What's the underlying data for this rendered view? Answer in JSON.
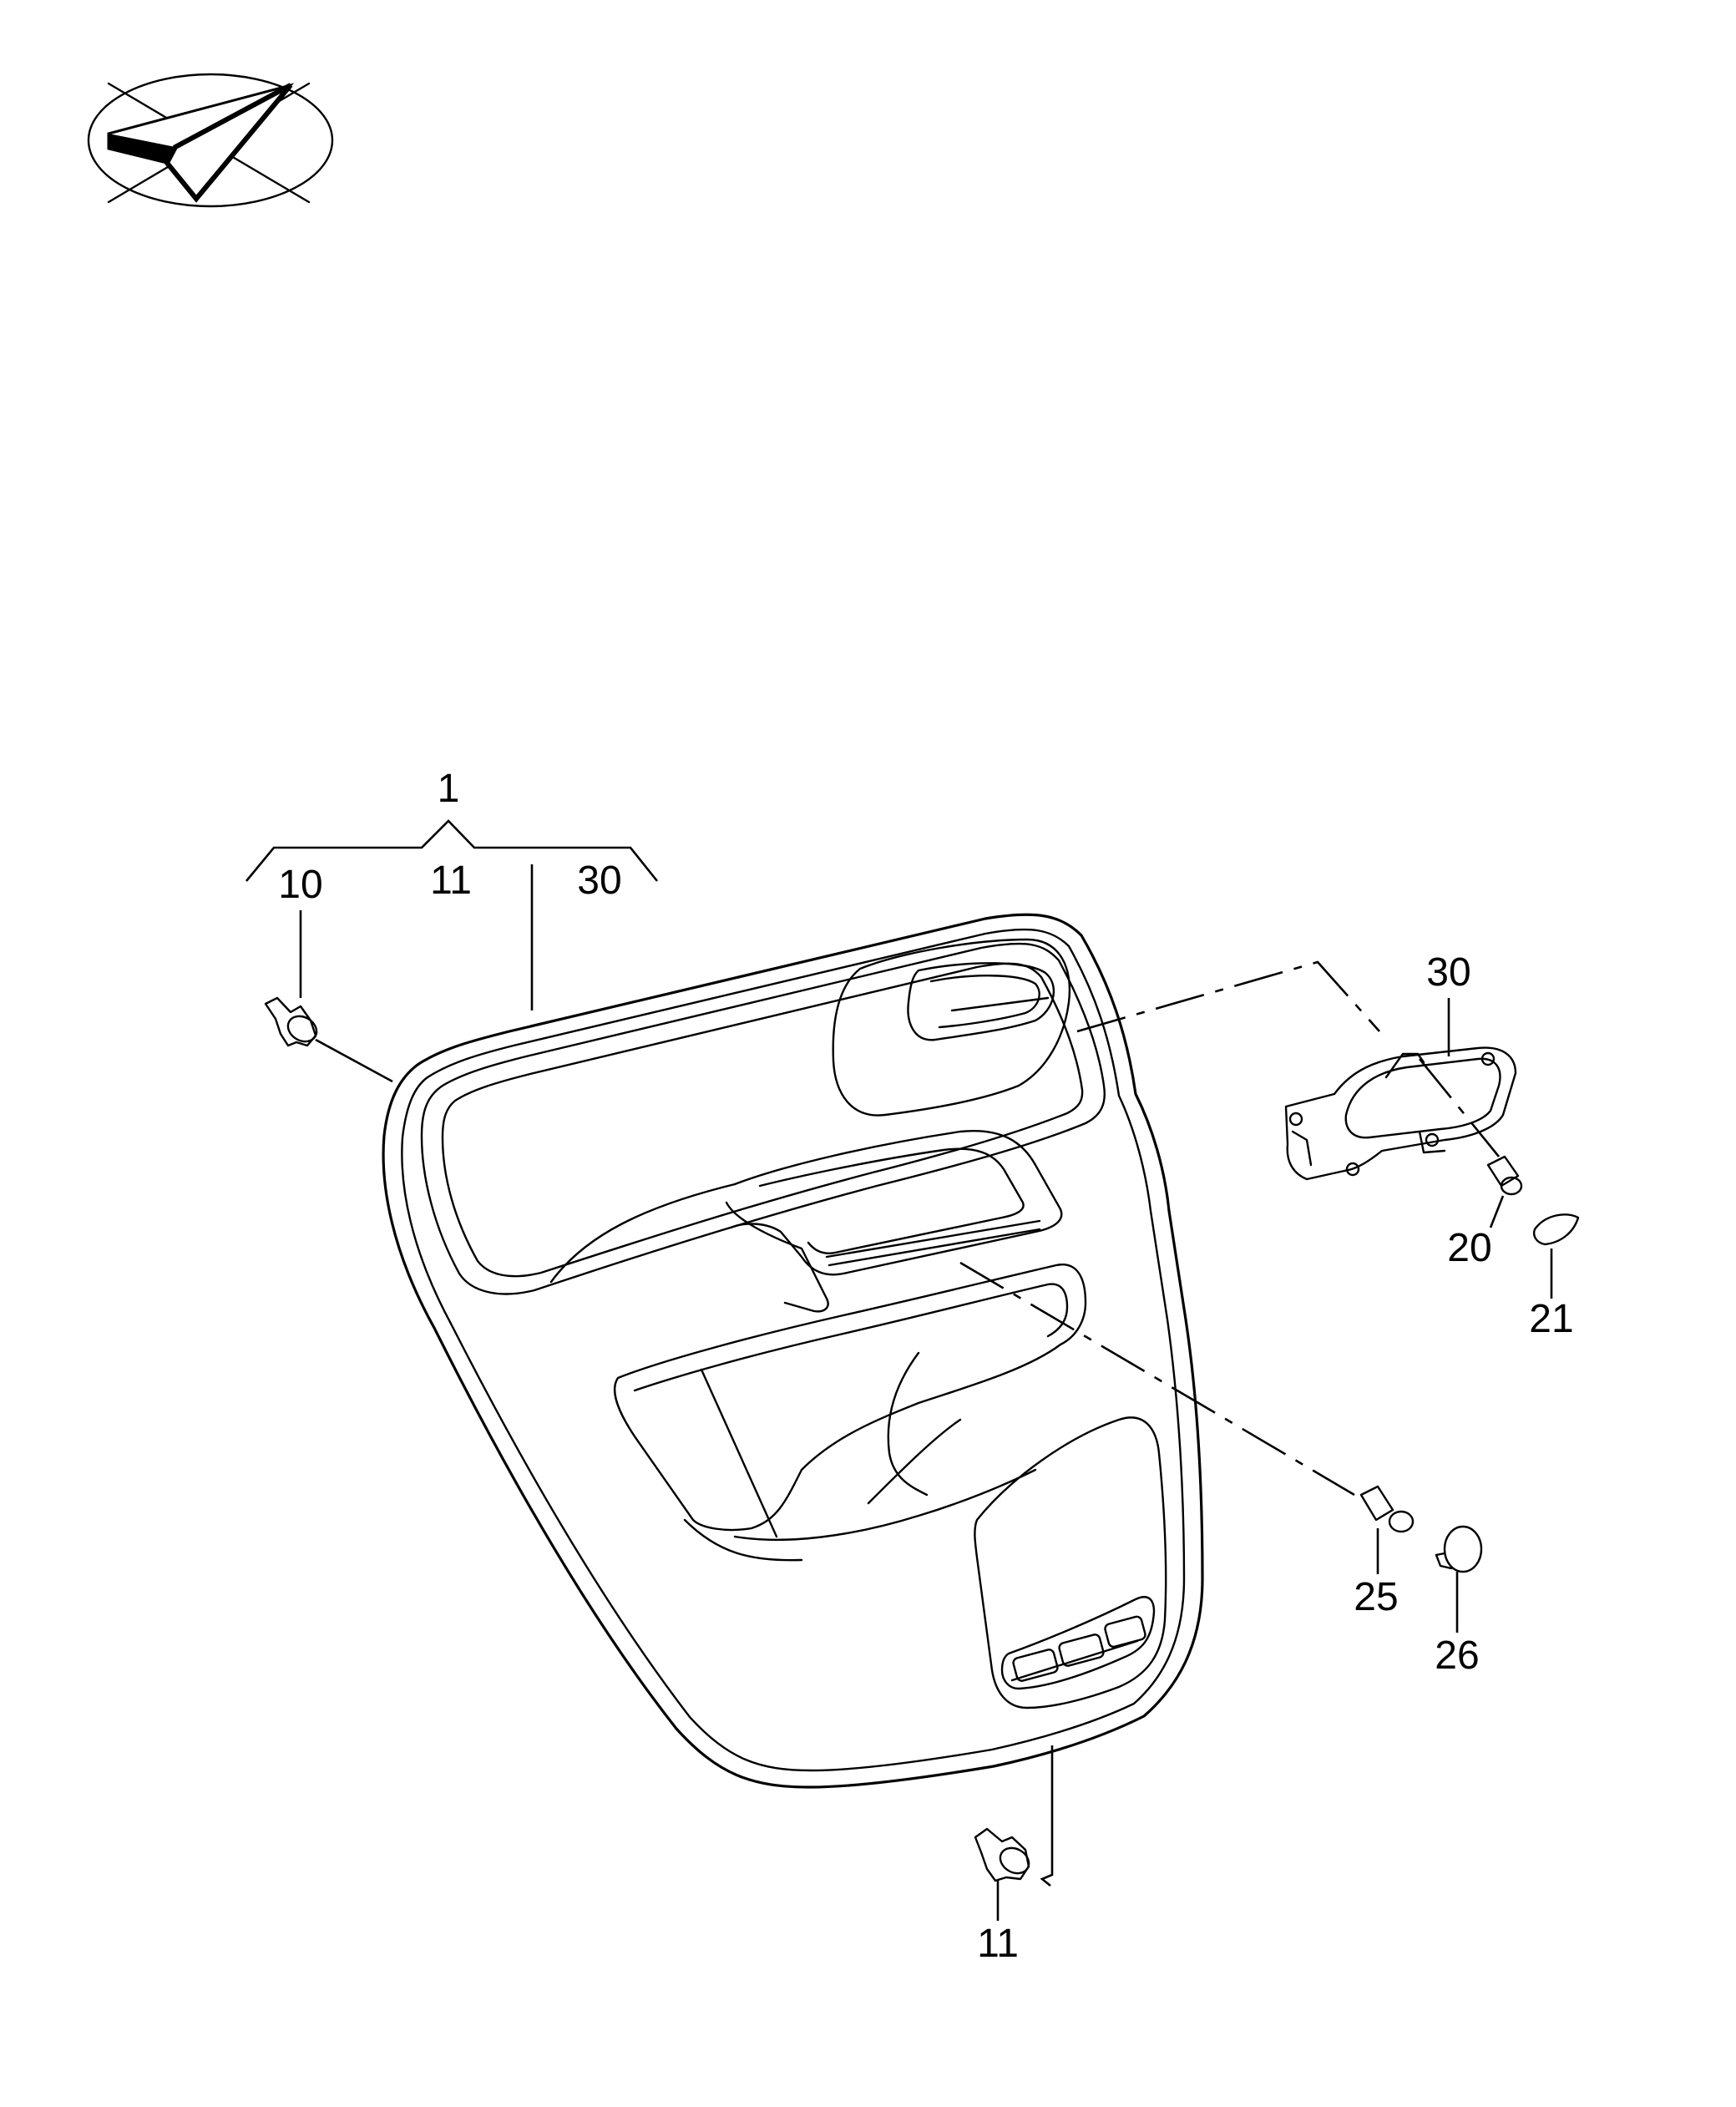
{
  "diagram": {
    "callouts": {
      "assembly": "1",
      "group_10": "10",
      "group_11": "11",
      "group_30": "30",
      "handle": "30",
      "screw_20": "20",
      "cap_21": "21",
      "screw_25": "25",
      "cap_26": "26",
      "clip_bottom": "11"
    },
    "logo_icon": "paper-plane-in-ellipse-icon",
    "line_color": "#000000",
    "background_color": "#ffffff"
  }
}
